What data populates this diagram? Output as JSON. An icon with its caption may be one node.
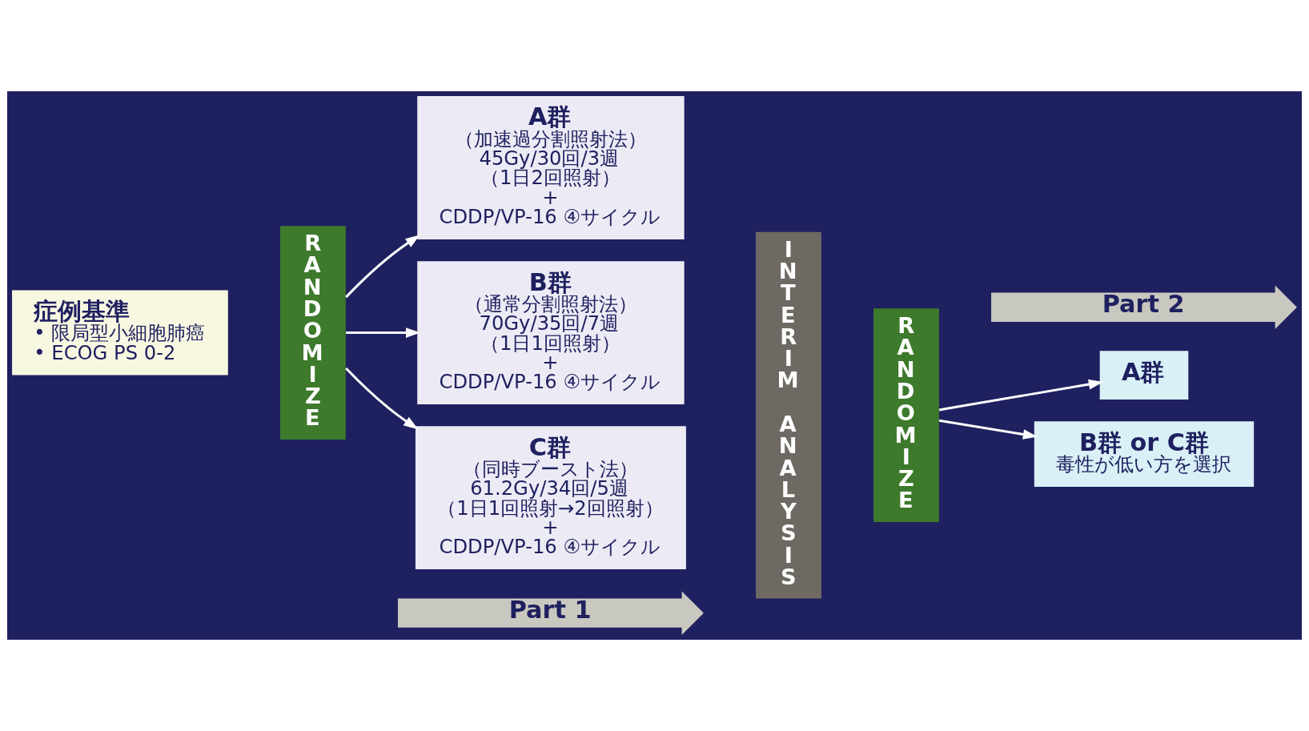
{
  "diagram": {
    "nodes": [
      {
        "text": [
          "症例基準",
          "• 限局型小細胞肺癌",
          "• ECOG PS 0-2"
        ]
      },
      {
        "text": [
          "RANDOMIZE"
        ]
      },
      {
        "text": [
          "A群",
          "（加速過分割照射法）",
          "45Gy/30回/3週",
          "（1日2回照射）",
          "+",
          "CDDP/VP-16 ④サイクル"
        ]
      },
      {
        "text": [
          "B群",
          "（通常分割照射法）",
          "70Gy/35回/7週",
          "（1日1回照射）",
          "+",
          "CDDP/VP-16 ④サイクル"
        ]
      },
      {
        "text": [
          "C群",
          "（同時ブースト法）",
          "61.2Gy/34回/5週",
          "（1日1回照射→2回照射）",
          "+",
          "CDDP/VP-16 ④サイクル"
        ]
      },
      {
        "text": [
          "INTERIM ANALYSIS"
        ]
      },
      {
        "text": [
          "RANDOMIZE"
        ]
      },
      {
        "text": [
          "A群"
        ]
      },
      {
        "text": [
          "B群 or C群",
          "毒性が低い方を選択"
        ]
      },
      {
        "text": [
          "Part 1"
        ]
      },
      {
        "text": [
          "Part 2"
        ]
      }
    ],
    "edges": [
      {
        "from": 1,
        "to": 2,
        "arrow": "to"
      },
      {
        "from": 1,
        "to": 3,
        "arrow": "to"
      },
      {
        "from": 1,
        "to": 4,
        "arrow": "to"
      },
      {
        "from": 6,
        "to": 7,
        "arrow": "to"
      },
      {
        "from": 6,
        "to": 8,
        "arrow": "to"
      }
    ]
  }
}
